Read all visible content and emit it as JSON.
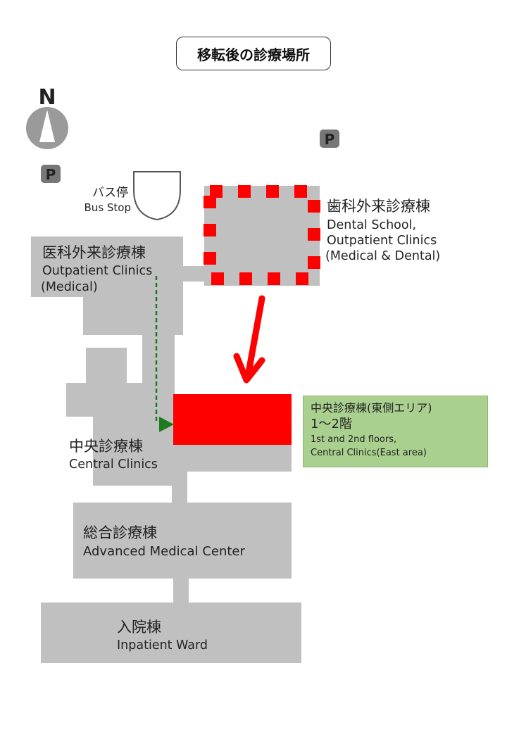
{
  "title": "移転後の診療場所",
  "north": "N",
  "parking_label": "P",
  "bus_stop": {
    "ja": "バス停",
    "en": "Bus Stop"
  },
  "buildings": {
    "dental": {
      "ja": "歯科外来診療棟",
      "en1": "Dental School,",
      "en2": "Outpatient Clinics",
      "en3": "(Medical & Dental)"
    },
    "outpatient": {
      "ja": "医科外来診療棟",
      "en1": "Outpatient Clinics",
      "en2": "(Medical)"
    },
    "central": {
      "ja": "中央診療棟",
      "en": "Central Clinics"
    },
    "advanced": {
      "ja": "総合診療棟",
      "en": "Advanced Medical Center"
    },
    "inpatient": {
      "ja": "入院棟",
      "en": "Inpatient Ward"
    }
  },
  "destination": {
    "line1": "中央診療棟(東側エリア)",
    "line2": "1～2階",
    "line3": "1st and 2nd floors,",
    "line4": "Central Clinics(East area)"
  },
  "colors": {
    "building": "#c0c0c0",
    "highlight": "#ff0000",
    "path": "#1e7a1e",
    "info_box": "#a9d08e",
    "icon_gray": "#777777"
  }
}
